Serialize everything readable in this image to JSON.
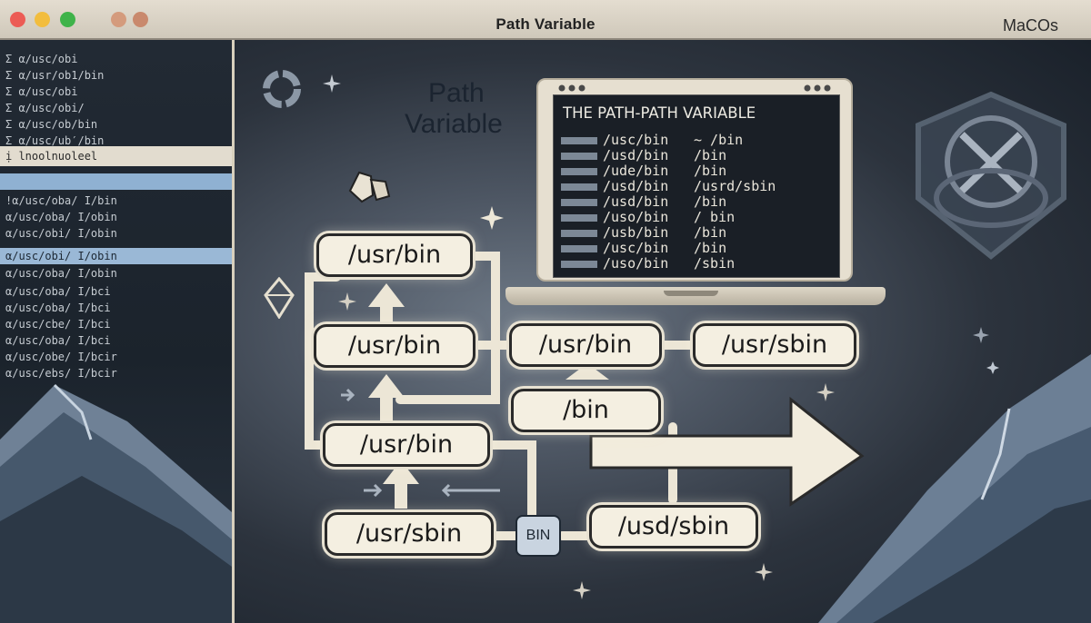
{
  "window": {
    "title": "Path Variable",
    "os_label": "MaCOs"
  },
  "sidebar": {
    "lines_top": [
      "Σ α/usc/obi",
      "Σ α/usr/ob1/bin",
      "Σ α/usc/obi",
      "Σ α/usc/obi/",
      "Σ α/usc/ob/bin",
      "Σ α/usc/ub′/bin"
    ],
    "header": "ị lnoolnuoleel",
    "lines_mid": [
      "!α/usc/oba/ I/bin",
      "α/usc/oba/ I/obin",
      "α/usc/obi/ I/obin",
      "α/usc/obi/ I/obin",
      "α/usc/oba/ I/obin"
    ],
    "lines_bottom": [
      "α/usc/oba/ I/bci",
      "α/usc/oba/ I/bci",
      "α/usc/cbe/ I/bci",
      "α/usc/oba/ I/bci",
      "α/usc/obe/ I/bcir",
      "α/usc/ebs/ I/bcir"
    ]
  },
  "illustration": {
    "title_line1": "Path",
    "title_line2": "Variable"
  },
  "laptop": {
    "screen_title": "THE PATH-PATH VARIABLE",
    "rows": [
      {
        "path": "/usc/bin",
        "target": "~ /bin"
      },
      {
        "path": "/usd/bin",
        "target": "­­/bin"
      },
      {
        "path": "/ude/bin",
        "target": "/bin"
      },
      {
        "path": "/usd/bin",
        "target": "/usrd/sbin"
      },
      {
        "path": "/usd/bin",
        "target": "/bin"
      },
      {
        "path": "/uso/bin",
        "target": "/ bin"
      },
      {
        "path": "/usb/bin",
        "target": "/bin"
      },
      {
        "path": "/usc/bin",
        "target": "/bin"
      },
      {
        "path": "/uso/bin",
        "target": "/sbin"
      }
    ]
  },
  "nodes": {
    "usr_bin_top": "/usr/bin",
    "usr_bin_mid": "/usr/bin",
    "usr_bin_center": "/usr/bin",
    "usr_sbin_right": "/usr/sbin",
    "bin_center": "/bin",
    "usr_bin_low": "/usr/bin",
    "usr_sbin_bottom": "/usr/sbin",
    "usd_sbin": "/usd/sbin",
    "bin_badge": "BIN"
  },
  "colors": {
    "background": "#2c333d",
    "node_fill": "#f4efe1",
    "titlebar": "#e4ddd0",
    "accent_blue": "#8fb1d2"
  }
}
